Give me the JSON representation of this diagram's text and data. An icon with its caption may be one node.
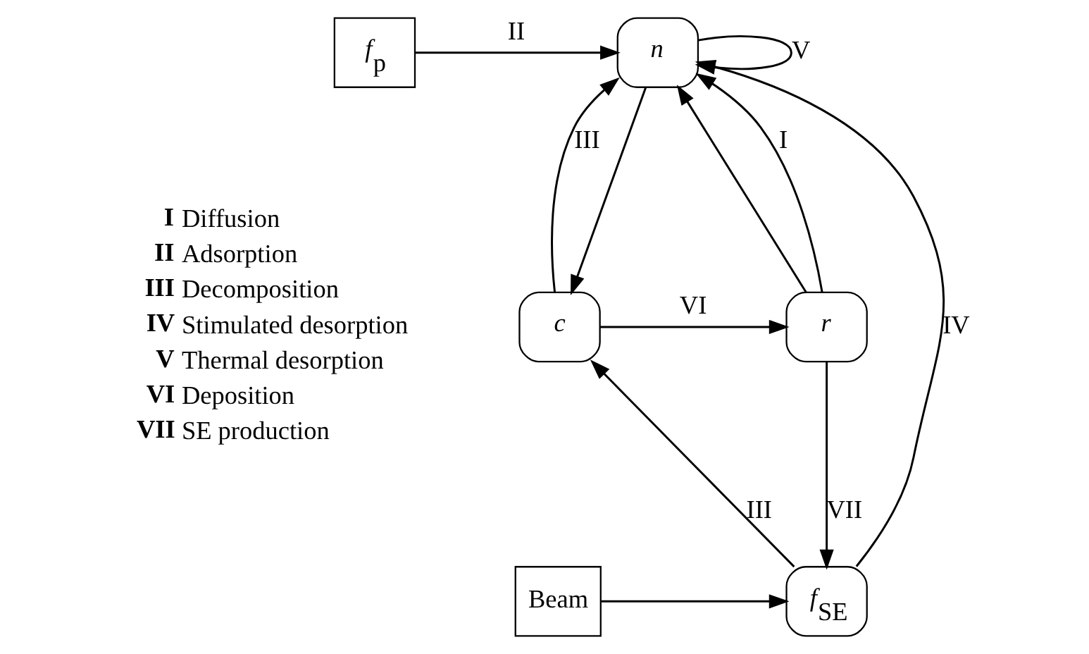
{
  "diagram": {
    "nodes": [
      {
        "text": [
          "*n*"
        ]
      },
      {
        "text": [
          "*f*$_{p}$"
        ]
      },
      {
        "text": [
          "*c*"
        ]
      },
      {
        "text": [
          "*r⃗*"
        ]
      },
      {
        "text": [
          "*f*$_{SE}$"
        ]
      },
      {
        "text": [
          "Beam"
        ]
      }
    ],
    "edges": [
      {
        "from": 0,
        "to": 0,
        "arrow": "to",
        "label": "V"
      },
      {
        "from": 1,
        "to": 0,
        "arrow": "to",
        "label": "II"
      },
      {
        "from": 3,
        "to": 0,
        "arrow": "to"
      },
      {
        "from": 3,
        "to": 0,
        "arrow": "to",
        "label": "I"
      },
      {
        "from": 0,
        "to": 2,
        "arrow": "to"
      },
      {
        "from": 2,
        "to": 0,
        "arrow": "to",
        "label": "III"
      },
      {
        "from": 2,
        "to": 3,
        "arrow": "to",
        "label": "VI"
      },
      {
        "from": 4,
        "to": 0,
        "arrow": "to",
        "label": "IV"
      },
      {
        "from": 4,
        "to": 2,
        "arrow": "to",
        "label": "III"
      },
      {
        "from": 3,
        "to": 4,
        "arrow": "to",
        "label": "VII"
      },
      {
        "from": 5,
        "to": 4,
        "arrow": "to"
      }
    ],
    "labels": [
      "I",
      "Diffusion",
      "II",
      "Adsorption",
      "III",
      "Decomposition",
      "IV",
      "Stimulated desorption",
      "V",
      "Thermal desorption",
      "VI",
      "Deposition",
      "VII",
      "SE production"
    ]
  }
}
